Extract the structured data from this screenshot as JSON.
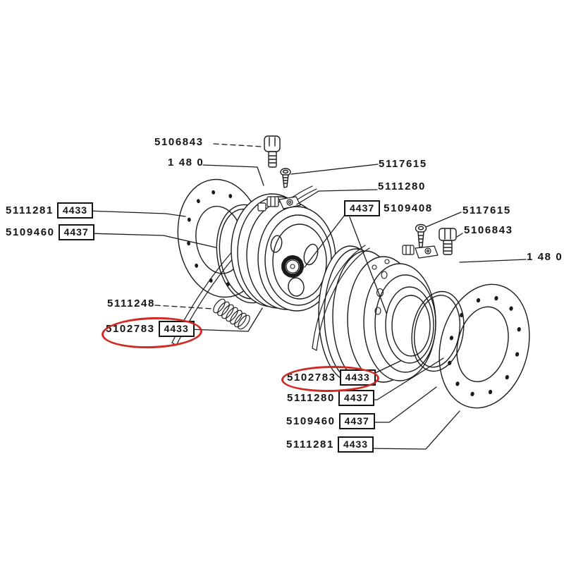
{
  "diagram": {
    "type": "exploded-parts-diagram",
    "subject": "brake drum / wheel hub assemblies (two exploded views)",
    "colors": {
      "background": "#ffffff",
      "line": "#1b1b1b",
      "highlight": "#cf2b24"
    },
    "labels": {
      "bolt_top_left": {
        "part": "5106843"
      },
      "assembly_ref_left": {
        "part": "1 48 0"
      },
      "screw_top_left": {
        "part": "5117615"
      },
      "seal_top": {
        "part": "5111280"
      },
      "gasket_mid": {
        "part": "5109408",
        "ref": "4437"
      },
      "screw_right": {
        "part": "5117615"
      },
      "bolt_right": {
        "part": "5106843"
      },
      "assembly_ref_right": {
        "part": "1 48 0"
      },
      "flange_left_top": {
        "part": "5111281",
        "ref": "4433"
      },
      "gasket_left": {
        "part": "5109460",
        "ref": "4437"
      },
      "spring": {
        "part": "5111248"
      },
      "drum_left_circled": {
        "part": "5102783",
        "ref": "4433",
        "highlighted": true
      },
      "drum_right_circled": {
        "part": "5102783",
        "ref": "4433",
        "highlighted": true
      },
      "seal_right": {
        "part": "5111280",
        "ref": "4437"
      },
      "gasket_right": {
        "part": "5109460",
        "ref": "4437"
      },
      "flange_right_bottom": {
        "part": "5111281",
        "ref": "4433"
      }
    }
  }
}
